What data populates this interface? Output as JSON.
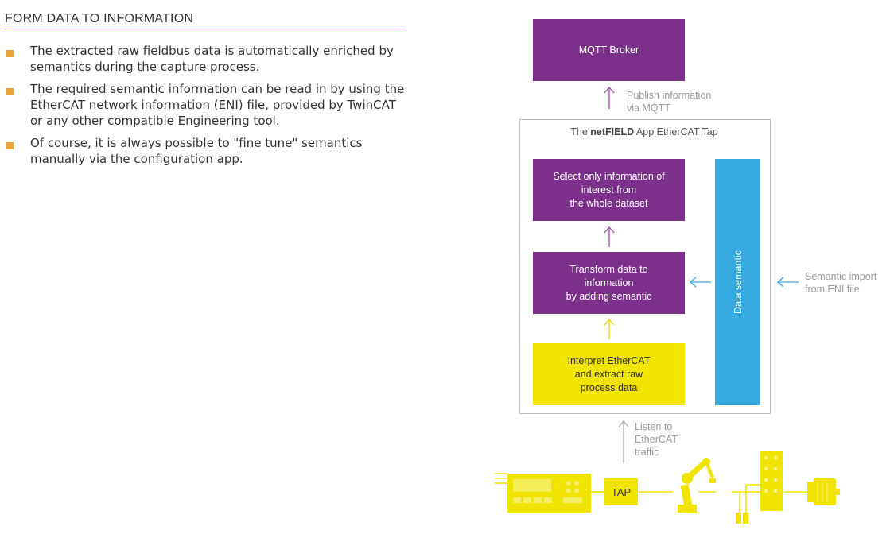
{
  "page": {
    "title": "FORM DATA TO INFORMATION",
    "bullets": [
      "The extracted raw fieldbus data is automatically enriched by semantics during the capture process.",
      "The required semantic information can be read in by using the EtherCAT network information (ENI) file, provided by TwinCAT or any other compatible Engineering tool.",
      "Of course, it is always possible to \"fine tune\" semantics manually via the configuration app."
    ]
  },
  "diagram": {
    "broker": "MQTT Broker",
    "publish_note": "Publish information\nvia MQTT",
    "app_title_prefix": "The ",
    "app_title_bold": "netFIELD",
    "app_title_suffix": " App EtherCAT  Tap",
    "select_box": "Select only information of\ninterest from\nthe whole dataset",
    "transform_box": "Transform data to\ninformation\nby adding semantic",
    "interpret_box": "Interpret EtherCAT\nand extract raw\nprocess data",
    "data_semantic": "Data semantic",
    "semantic_note": "Semantic import\nfrom ENI file",
    "listen_note": "Listen to\nEtherCAT\ntraffic",
    "tap_label": "TAP"
  },
  "colors": {
    "purple": "#7b3089",
    "yellow": "#f0e400",
    "blue": "#36a9e1",
    "accent": "#e8a33a"
  }
}
